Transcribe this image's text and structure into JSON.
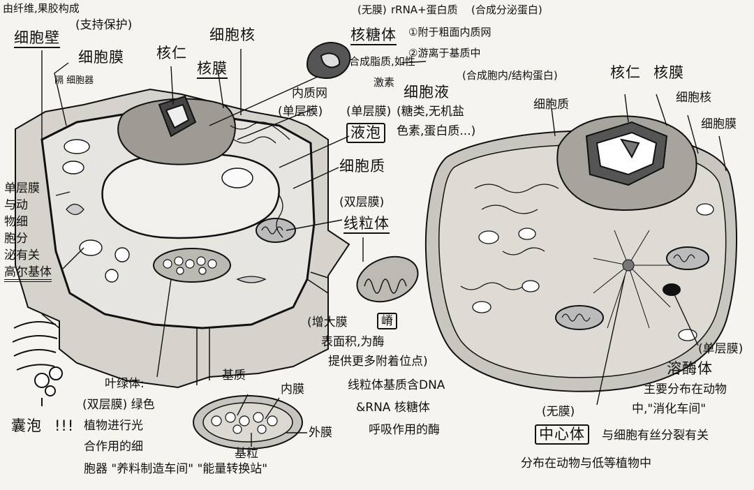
{
  "labels": {
    "cellwall_composition": "由纤维,果胶构成",
    "cellwall": "细胞壁",
    "cellwall_function": "(支持保护)",
    "cellmembrane_plant": "细胞膜",
    "cellmembrane_note": "隔 细胞器",
    "nucleolus_plant": "核仁",
    "nucleus_plant": "细胞核",
    "nuclearmembrane_plant": "核膜",
    "ribosome_membrane": "(无膜)",
    "ribosome_component": "rRNA+蛋白质",
    "ribosome_synth": "(合成分泌蛋白)",
    "ribosome": "核糖体",
    "ribosome_loc1": "①附于粗面内质网",
    "ribosome_loc2": "②游离于基质中",
    "ribosome_synth2": "(合成胞内/结构蛋白)",
    "er_func": "合成脂质,如性",
    "er_func2": "激素",
    "er": "内质网",
    "er_membrane": "(单层膜)",
    "cellsap": "细胞液",
    "cellsap_contents": "(糖类,无机盐",
    "cellsap_contents2": "色素,蛋白质...)",
    "vacuole_membrane": "(单层膜)",
    "vacuole": "液泡",
    "cytoplasm_plant": "细胞质",
    "mito_membrane": "(双层膜)",
    "mitochondria": "线粒体",
    "golgi_desc1": "单层膜",
    "golgi_desc2": "与动",
    "golgi_desc3": "物细",
    "golgi_desc4": "胞分",
    "golgi_desc5": "泌有关",
    "golgi": "高尔基体",
    "cristae": "(增大膜",
    "ridge": "嵴",
    "cristae_func1": "表面积,为酶",
    "cristae_func2": "提供更多附着位点)",
    "mito_dna1": "线粒体基质含DNA",
    "mito_dna2": "&RNA 核糖体",
    "mito_dna3": "呼吸作用的酶",
    "stroma": "基质",
    "inner_membrane": "内膜",
    "outer_membrane": "外膜",
    "grana": "基粒",
    "chloroplast": "叶绿体:",
    "chloro_desc1": "(双层膜) 绿色",
    "chloro_desc2": "植物进行光",
    "chloro_desc3": "合作用的细",
    "chloro_desc4": "胞器 \"养料制造车间\" \"能量转换站\"",
    "vesicle": "囊泡",
    "vesicle_mark": "!!!",
    "cytoplasm_animal": "细胞质",
    "nucleolus_animal": "核仁",
    "nuclearmembrane_animal": "核膜",
    "nucleus_animal": "细胞核",
    "cellmembrane_animal": "细胞膜",
    "lyso_membrane": "(单层膜)",
    "lysosome": "溶酶体",
    "lyso_func1": "主要分布在动物",
    "lyso_func2": "中,\"消化车间\"",
    "centro_membrane": "(无膜)",
    "centrosome": "中心体",
    "centro_func": "与细胞有丝分裂有关",
    "centro_dist": "分布在动物与低等植物中"
  }
}
